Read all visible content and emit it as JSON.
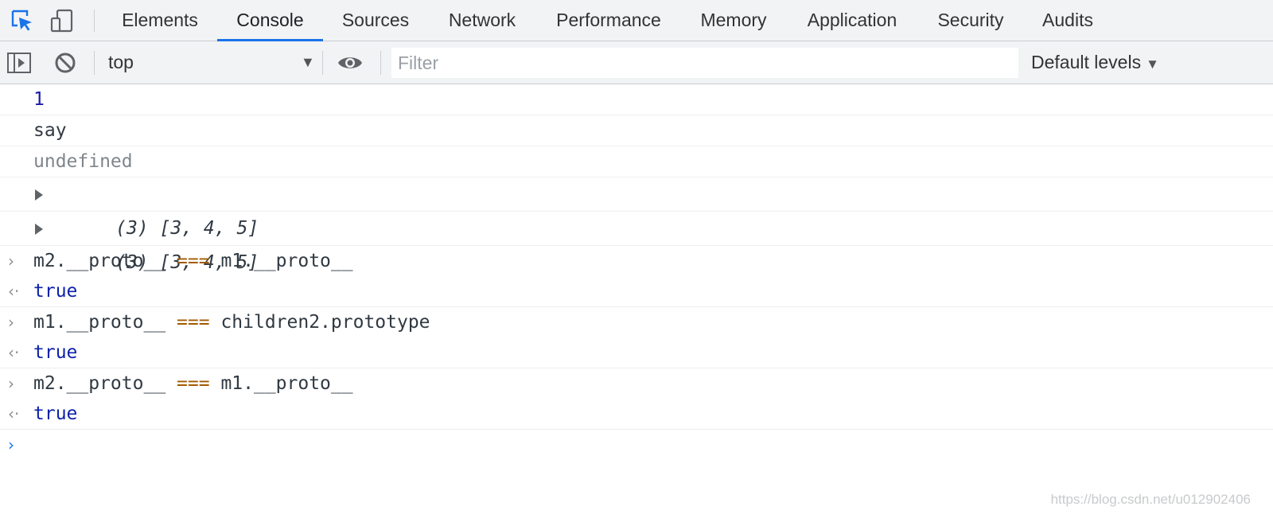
{
  "tabs": [
    "Elements",
    "Console",
    "Sources",
    "Network",
    "Performance",
    "Memory",
    "Application",
    "Security",
    "Audits"
  ],
  "active_tab": "Console",
  "toolbar": {
    "context": "top",
    "filter_placeholder": "Filter",
    "filter_value": "",
    "levels": "Default levels"
  },
  "console": {
    "log_1": "1",
    "log_2": "say",
    "log_3": "undefined",
    "array_1": {
      "prefix": "(3) [",
      "v1": "3",
      "v2": "4",
      "v3": "5",
      "sep": ", ",
      "suffix": "]"
    },
    "array_2": {
      "prefix": "(3) [",
      "v1": "3",
      "v2": "4",
      "v3": "5",
      "sep": ", ",
      "suffix": "]"
    },
    "entries": [
      {
        "lhs": "m2.__proto__",
        "op": "===",
        "rhs": "m1.__proto__",
        "result": "true"
      },
      {
        "lhs": "m1.__proto__",
        "op": "===",
        "rhs": "children2.prototype",
        "result": "true"
      },
      {
        "lhs": "m2.__proto__",
        "op": "===",
        "rhs": "m1.__proto__",
        "result": "true"
      }
    ]
  },
  "watermark": "https://blog.csdn.net/u012902406",
  "colors": {
    "accent": "#1a73e8",
    "number": "#1a1aa6",
    "keyword": "#0d22aa",
    "operator": "#a35a00"
  }
}
